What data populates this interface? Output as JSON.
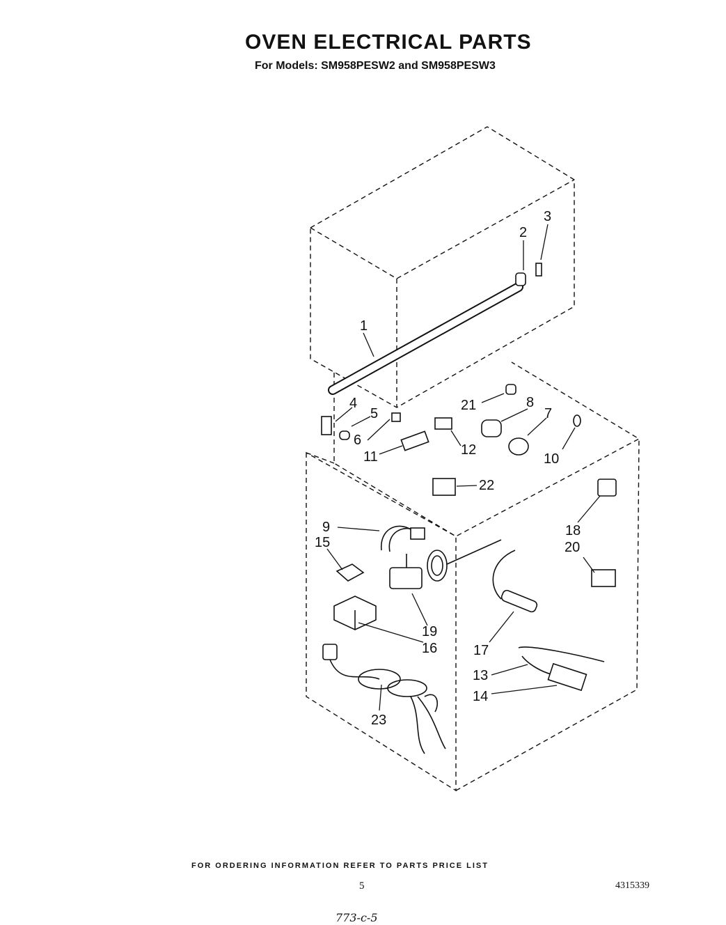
{
  "header": {
    "title": "OVEN ELECTRICAL PARTS",
    "subtitle": "For Models: SM958PESW2 and SM958PESW3"
  },
  "footer": {
    "ordering_note": "FOR ORDERING INFORMATION REFER TO PARTS PRICE LIST",
    "page_number": "5",
    "document_number": "4315339",
    "handwritten_note": "773-c-5"
  },
  "callouts": [
    {
      "id": "1",
      "label": "1"
    },
    {
      "id": "2",
      "label": "2"
    },
    {
      "id": "3",
      "label": "3"
    },
    {
      "id": "4",
      "label": "4"
    },
    {
      "id": "5",
      "label": "5"
    },
    {
      "id": "6",
      "label": "6"
    },
    {
      "id": "7",
      "label": "7"
    },
    {
      "id": "8",
      "label": "8"
    },
    {
      "id": "9",
      "label": "9"
    },
    {
      "id": "10",
      "label": "10"
    },
    {
      "id": "11",
      "label": "11"
    },
    {
      "id": "12",
      "label": "12"
    },
    {
      "id": "13",
      "label": "13"
    },
    {
      "id": "14",
      "label": "14"
    },
    {
      "id": "15",
      "label": "15"
    },
    {
      "id": "16",
      "label": "16"
    },
    {
      "id": "17",
      "label": "17"
    },
    {
      "id": "18",
      "label": "18"
    },
    {
      "id": "19",
      "label": "19"
    },
    {
      "id": "20",
      "label": "20"
    },
    {
      "id": "21",
      "label": "21"
    },
    {
      "id": "22",
      "label": "22"
    },
    {
      "id": "23",
      "label": "23"
    }
  ]
}
